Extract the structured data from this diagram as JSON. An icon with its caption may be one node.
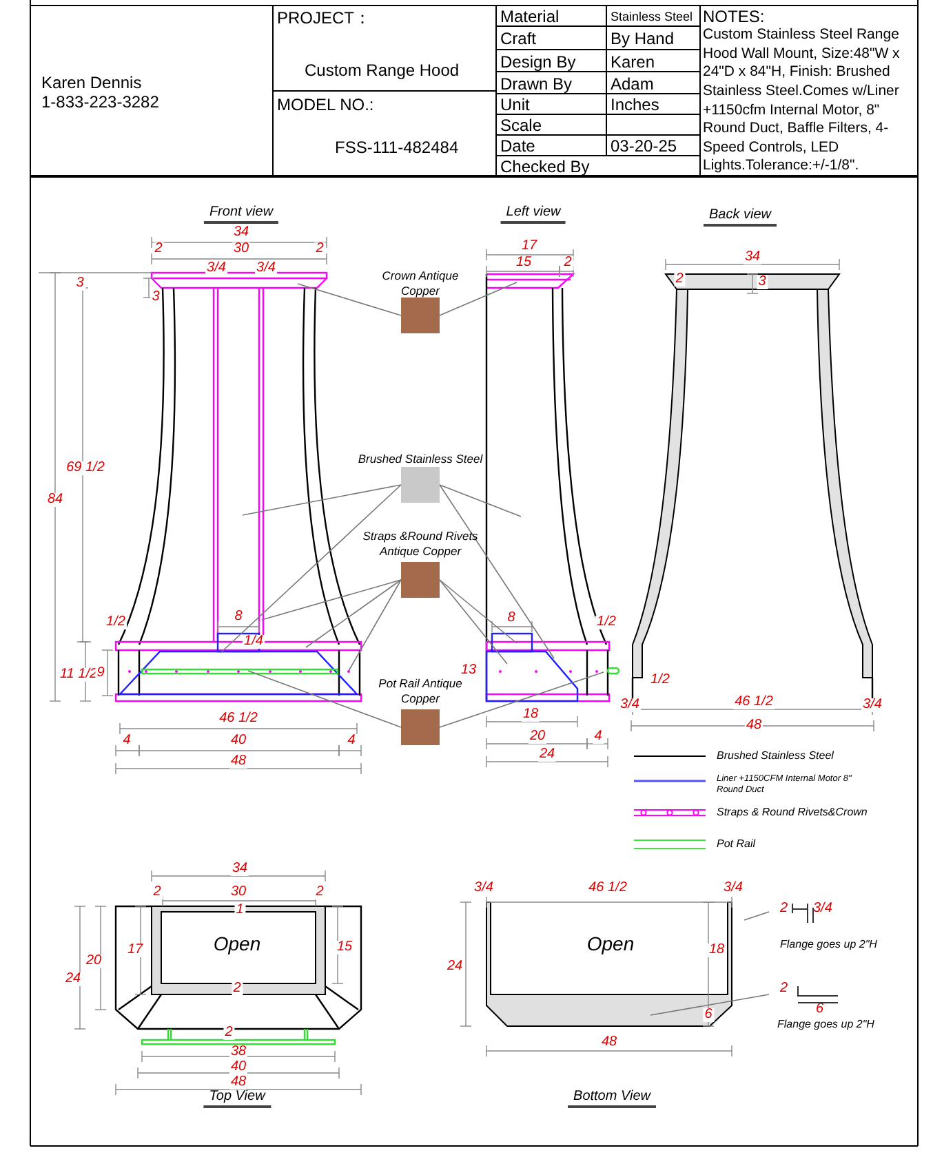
{
  "diagram": {
    "nodes": [
      {
        "text": [
          "Crown Antique Copper"
        ]
      },
      {
        "text": [
          "Brushed Stainless Steel"
        ]
      },
      {
        "text": [
          "Straps &Round Rivets Antique Copper"
        ]
      },
      {
        "text": [
          "Pot Rail Antique Copper"
        ]
      },
      {
        "text": [
          "2",
          "3/4",
          "Flange goes up 2\"H"
        ]
      },
      {
        "text": [
          "2",
          "6",
          "Flange goes up 2\"H"
        ]
      }
    ],
    "edges": [
      {
        "from": 0,
        "to": null,
        "arrow": "none"
      },
      {
        "from": 0,
        "to": null,
        "arrow": "none"
      },
      {
        "from": 1,
        "to": null,
        "arrow": "none"
      },
      {
        "from": 1,
        "to": null,
        "arrow": "none"
      },
      {
        "from": 1,
        "to": null,
        "arrow": "none"
      },
      {
        "from": 1,
        "to": null,
        "arrow": "none"
      },
      {
        "from": 2,
        "to": null,
        "arrow": "none"
      },
      {
        "from": 2,
        "to": null,
        "arrow": "none"
      },
      {
        "from": 2,
        "to": null,
        "arrow": "none"
      },
      {
        "from": 2,
        "to": null,
        "arrow": "none"
      },
      {
        "from": 2,
        "to": null,
        "arrow": "none"
      },
      {
        "from": 3,
        "to": null,
        "arrow": "none"
      },
      {
        "from": 3,
        "to": null,
        "arrow": "none"
      },
      {
        "from": 4,
        "to": null,
        "arrow": "none"
      },
      {
        "from": 5,
        "to": null,
        "arrow": "none"
      }
    ],
    "labels": [
      "Karen Dennis",
      "1-833-223-3282",
      "PROJECT：",
      "Custom Range Hood",
      "MODEL NO.:",
      "FSS-111-482484",
      "Material",
      "Stainless Steel",
      "Craft",
      "By Hand",
      "Design By",
      "Karen",
      "Drawn By",
      "Adam",
      "Unit",
      "Inches",
      "Scale",
      "Date",
      "03-20-25",
      "Checked By",
      "NOTES:",
      "Custom Stainless Steel Range Hood Wall Mount, Size:48\"W x 24\"D x 84\"H, Finish: Brushed Stainless Steel.Comes w/Liner +1150cfm Internal Motor, 8\" Round Duct, Baffle Filters, 4-Speed Controls, LED Lights.Tolerance:+/-1/8\".",
      "Front view",
      "34",
      "2",
      "30",
      "2",
      "3/4",
      "3/4",
      "3",
      "3",
      "69 1/2",
      "84",
      "1/2",
      "8",
      "1/4",
      "11 1/2",
      "9",
      "46 1/2",
      "4",
      "40",
      "4",
      "48",
      "Left view",
      "17",
      "15",
      "2",
      "8",
      "1/2",
      "13",
      "18",
      "20",
      "4",
      "24",
      "Back view",
      "34",
      "2",
      "3",
      "1/2",
      "3/4",
      "46 1/2",
      "3/4",
      "48",
      "34",
      "2",
      "30",
      "2",
      "1",
      "Open",
      "20",
      "17",
      "15",
      "24",
      "2",
      "2",
      "38",
      "40",
      "48",
      "Top View",
      "3/4",
      "46 1/2",
      "3/4",
      "Open",
      "18",
      "24",
      "6",
      "48",
      "Bottom View"
    ],
    "legend": [
      {
        "text": "Brushed Stainless Steel"
      },
      {
        "text": "Liner +1150CFM Internal Motor 8\" Round Duct"
      },
      {
        "text": "Straps & Round Rivets&Crown"
      },
      {
        "text": "Pot Rail"
      }
    ]
  }
}
